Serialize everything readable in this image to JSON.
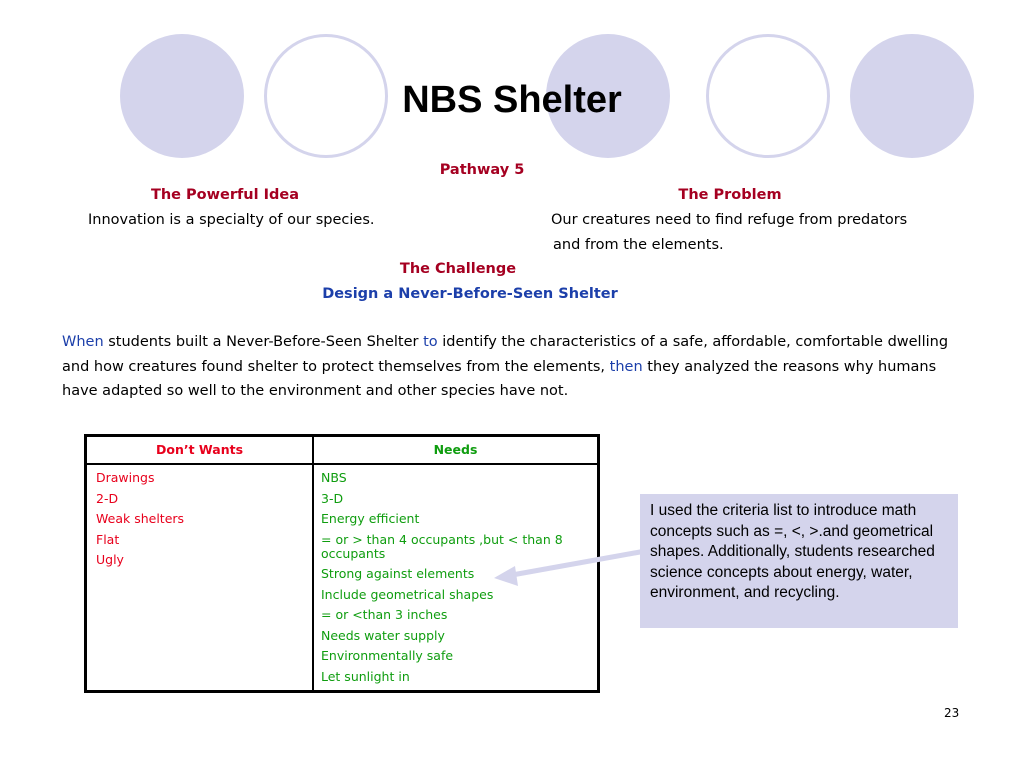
{
  "title": "NBS Shelter",
  "pathway": "Pathway 5",
  "powerful_idea": {
    "heading": "The Powerful Idea",
    "text": "Innovation is a specialty of our species."
  },
  "problem": {
    "heading": "The Problem",
    "line1": "Our creatures need to find refuge from predators",
    "line2": "and from the elements."
  },
  "challenge": {
    "heading": "The Challenge",
    "text": "Design a Never-Before-Seen Shelter"
  },
  "paragraph": {
    "kw_when": "When",
    "s1": " students built a Never-Before-Seen Shelter ",
    "kw_to": "to",
    "s2": " identify the characteristics of a safe, affordable, comfortable dwelling and how creatures found shelter to protect themselves from the elements, ",
    "kw_then": "then",
    "s3": " they analyzed the reasons why humans have adapted so well to the environment and other species have not."
  },
  "table": {
    "header_left": "Don’t Wants",
    "header_right": "Needs",
    "dont_wants": [
      "Drawings",
      "2-D",
      "Weak shelters",
      "Flat",
      "Ugly"
    ],
    "needs": [
      "NBS",
      "3-D",
      "Energy efficient",
      "= or > than 4 occupants ,but < than  8 occupants",
      "Strong against elements",
      "Include geometrical shapes",
      "= or <than 3 inches",
      "Needs water supply",
      "Environmentally safe",
      "Let sunlight in"
    ]
  },
  "callout": "I used the criteria list to introduce math concepts such as =, <, >.and geometrical shapes. Additionally, students researched science concepts about energy, water, environment, and recycling.",
  "page_number": "23",
  "colors": {
    "circle": "#d4d4ec",
    "heading_red": "#a50021",
    "heading_blue": "#1c3faa",
    "dont_wants": "#e8001c",
    "needs": "#0f9d0f"
  }
}
